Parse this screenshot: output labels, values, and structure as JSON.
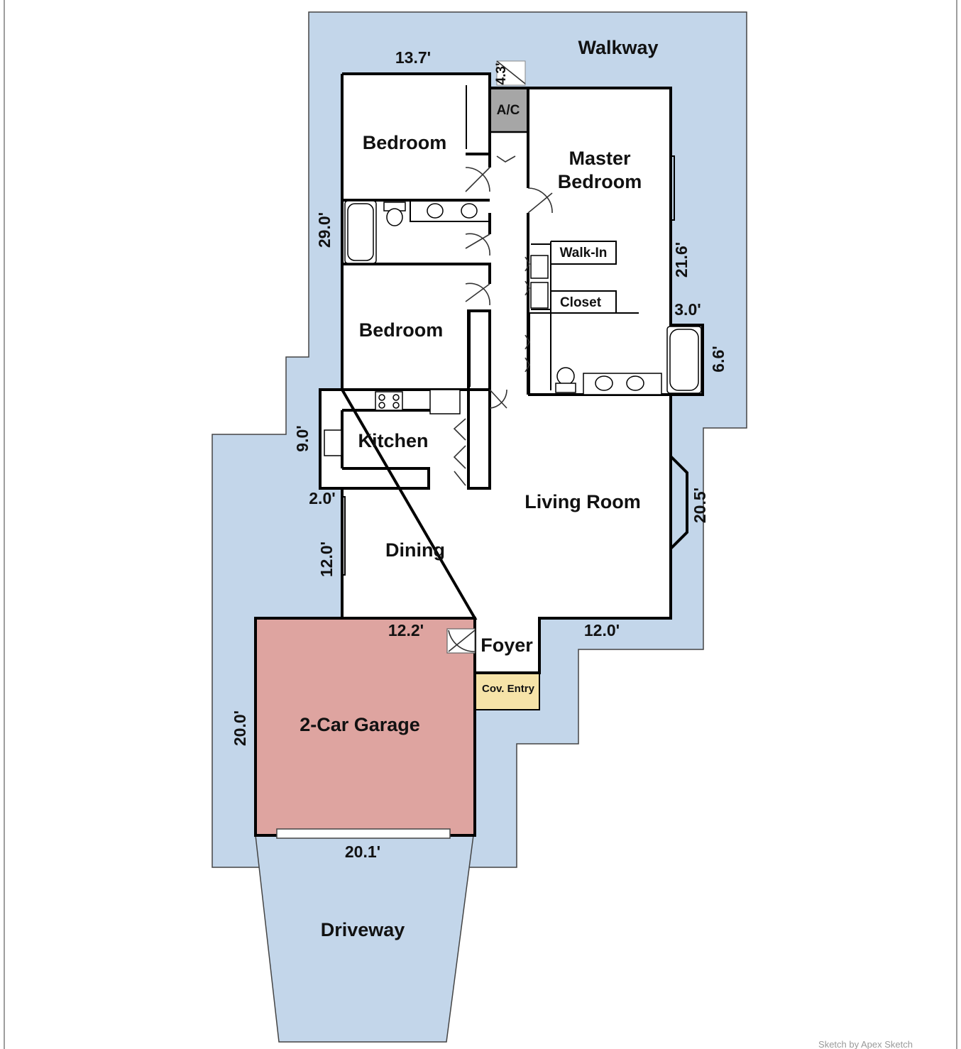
{
  "labels": {
    "walkway": "Walkway",
    "bedroom_top": "Bedroom",
    "master_line1": "Master",
    "master_line2": "Bedroom",
    "ac": "A/C",
    "walk_in": "Walk-In",
    "closet": "Closet",
    "bedroom_mid": "Bedroom",
    "kitchen": "Kitchen",
    "living_room": "Living Room",
    "dining": "Dining",
    "foyer": "Foyer",
    "cov_entry": "Cov. Entry",
    "garage": "2-Car Garage",
    "driveway": "Driveway"
  },
  "dimensions": {
    "top_width": "13.7'",
    "ac_depth": "4.3'",
    "left_height": "29.0'",
    "master_right": "21.6'",
    "bath_width": "3.0'",
    "bath_height": "6.6'",
    "kitchen_left": "9.0'",
    "step_left": "2.0'",
    "dining_left": "12.0'",
    "living_right": "20.5'",
    "garage_top": "12.2'",
    "foyer_right": "12.0'",
    "garage_left": "20.0'",
    "garage_bottom": "20.1'"
  },
  "credit": "Sketch by Apex Sketch",
  "colors": {
    "walkway": "#c3d6ea",
    "garage": "#dea4a0",
    "ac": "#a6a6a6",
    "cov_entry": "#f6e3a8",
    "interior": "#ffffff",
    "wall": "#000000"
  }
}
